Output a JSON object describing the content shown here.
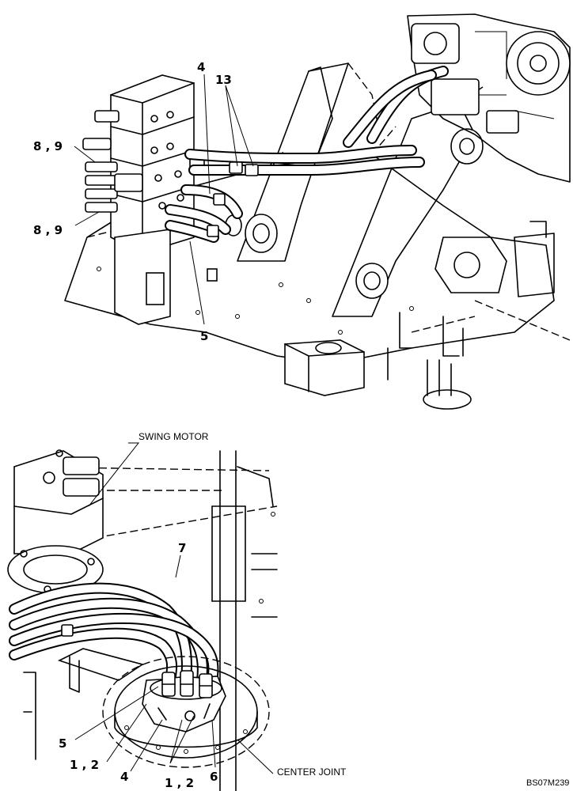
{
  "top_view": {
    "callouts": {
      "c4": "4",
      "c13": "13",
      "c89a": "8 , 9",
      "c89b": "8 , 9",
      "c5": "5"
    }
  },
  "bottom_view": {
    "swing_motor_label": "SWING MOTOR",
    "center_joint_label": "CENTER JOINT",
    "callouts": {
      "c7": "7",
      "c5": "5",
      "c12a": "1 , 2",
      "c4": "4",
      "c12b": "1 , 2",
      "c6": "6"
    }
  },
  "figure_id": "BS07M239"
}
